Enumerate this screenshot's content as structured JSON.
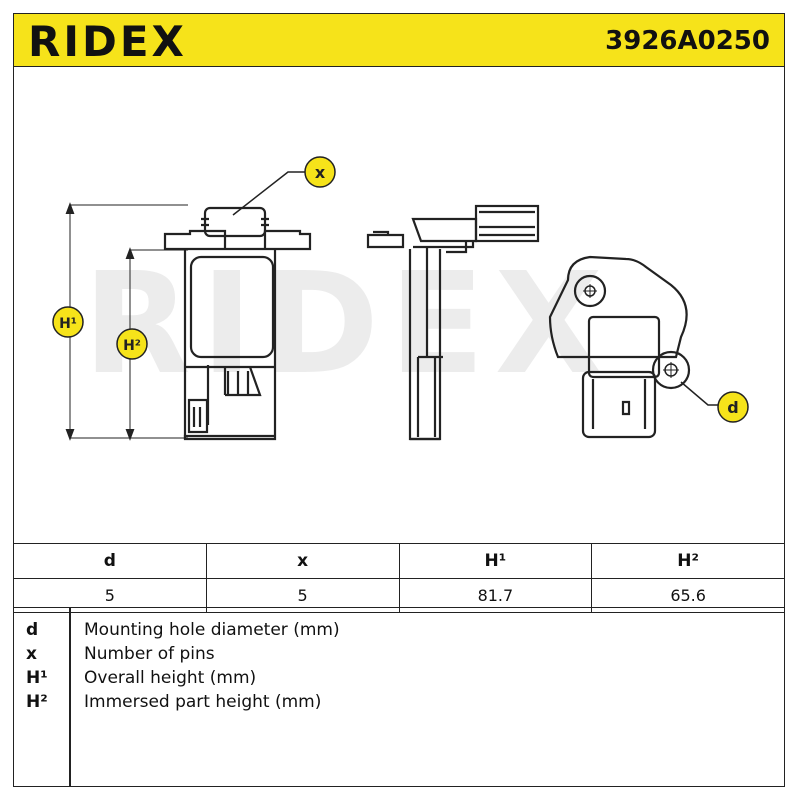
{
  "header": {
    "brand": "RIDEX",
    "part_number": "3926A0250"
  },
  "watermark": "RIDEX",
  "callouts": {
    "x": "x",
    "d": "d",
    "h1": "H¹",
    "h2": "H²"
  },
  "table": {
    "headers": [
      "d",
      "x",
      "H¹",
      "H²"
    ],
    "values": [
      "5",
      "5",
      "81.7",
      "65.6"
    ]
  },
  "legend": [
    {
      "key": "d",
      "desc": "Mounting hole diameter (mm)"
    },
    {
      "key": "x",
      "desc": "Number of pins"
    },
    {
      "key": "H¹",
      "desc": "Overall height (mm)"
    },
    {
      "key": "H²",
      "desc": "Immersed part height (mm)"
    }
  ],
  "colors": {
    "accent": "#f6e31a",
    "line": "#222222",
    "watermark": "#e6e6e6"
  }
}
